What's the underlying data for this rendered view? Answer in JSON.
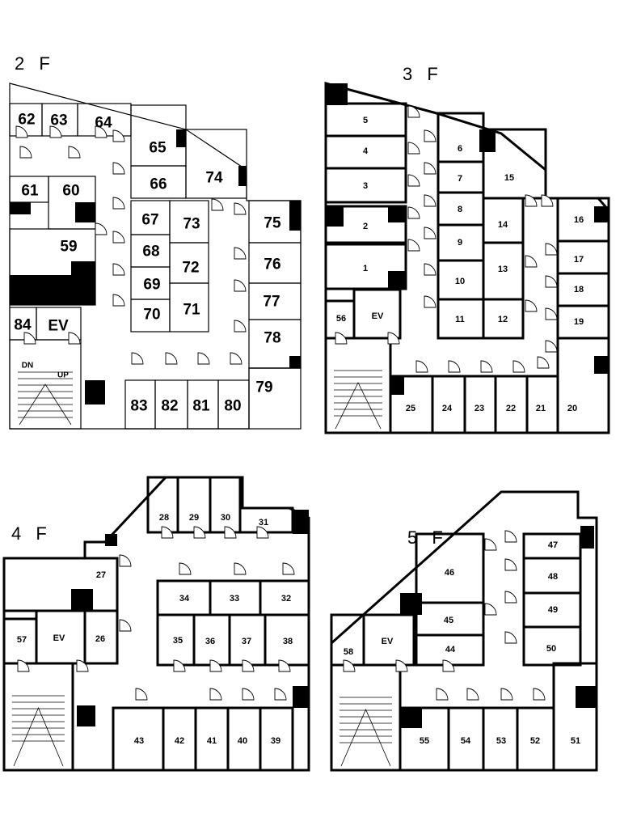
{
  "floors": [
    {
      "label": "2 F",
      "rooms": [
        "62",
        "63",
        "64",
        "65",
        "66",
        "74",
        "61",
        "60",
        "59",
        "67",
        "68",
        "69",
        "70",
        "73",
        "72",
        "71",
        "75",
        "76",
        "77",
        "78",
        "79",
        "84",
        "83",
        "82",
        "81",
        "80"
      ],
      "ev": "EV",
      "dn": "DN",
      "up": "UP"
    },
    {
      "label": "3 F",
      "rooms": [
        "5",
        "4",
        "3",
        "2",
        "1",
        "6",
        "7",
        "8",
        "9",
        "10",
        "11",
        "15",
        "14",
        "13",
        "12",
        "16",
        "17",
        "18",
        "19",
        "20",
        "56",
        "25",
        "24",
        "23",
        "22",
        "21"
      ],
      "ev": "EV"
    },
    {
      "label": "4 F",
      "rooms": [
        "28",
        "29",
        "30",
        "31",
        "27",
        "34",
        "33",
        "32",
        "35",
        "36",
        "37",
        "38",
        "57",
        "26",
        "43",
        "42",
        "41",
        "40",
        "39"
      ],
      "ev": "EV"
    },
    {
      "label": "5 F",
      "rooms": [
        "47",
        "48",
        "49",
        "50",
        "46",
        "45",
        "44",
        "58",
        "55",
        "54",
        "53",
        "52",
        "51"
      ],
      "ev": "EV"
    }
  ]
}
